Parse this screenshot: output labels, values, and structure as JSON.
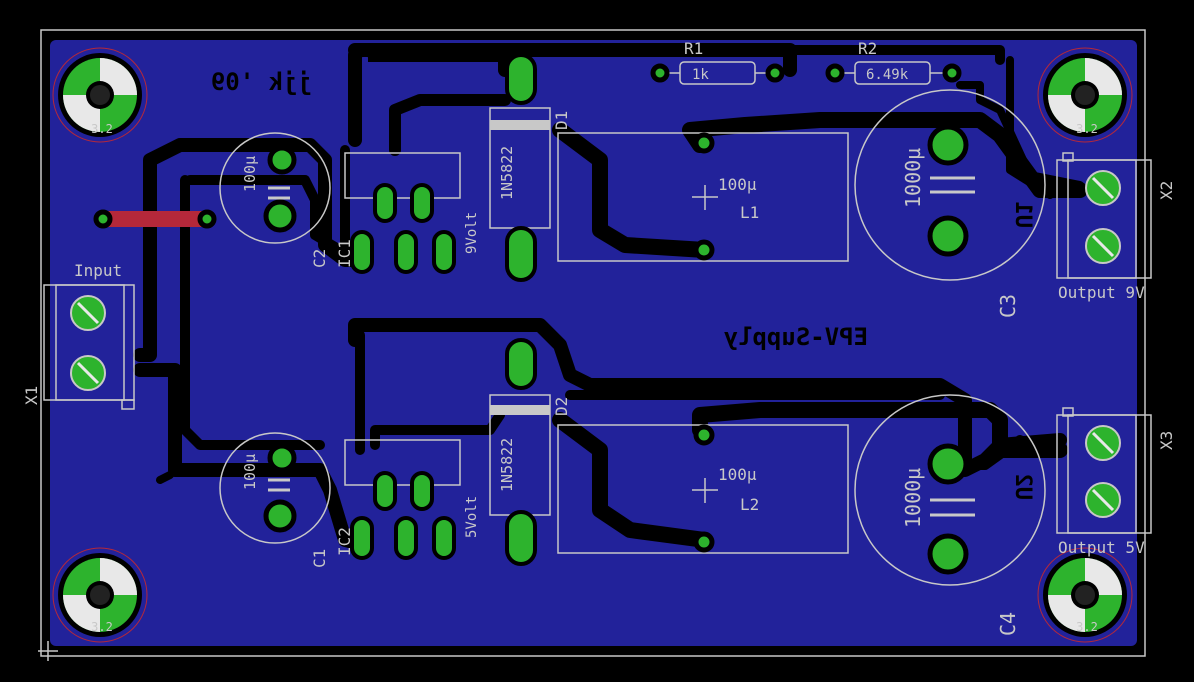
{
  "board": {
    "copper_color": "#22229a",
    "trace_color": "#000000",
    "pad_color": "#2db32d",
    "silk_color": "#c8c8c8",
    "highlight_color": "#b5283a",
    "hole_label": "3.2",
    "mirrored_texts": {
      "signature": "jjk '09",
      "title": "EPV-Supply",
      "u1": "U1",
      "u2": "U2"
    }
  },
  "components": {
    "x1": {
      "name": "X1",
      "value": "Input"
    },
    "x2": {
      "name": "X2",
      "value": "Output 9V"
    },
    "x3": {
      "name": "X3",
      "value": "Output 5V"
    },
    "r1": {
      "name": "R1",
      "value": "1k"
    },
    "r2": {
      "name": "R2",
      "value": "6.49k"
    },
    "d1": {
      "name": "D1",
      "value": "1N5822"
    },
    "d2": {
      "name": "D2",
      "value": "1N5822"
    },
    "l1": {
      "name": "L1",
      "value": "100µ"
    },
    "l2": {
      "name": "L2",
      "value": "100µ"
    },
    "c1": {
      "name": "C1",
      "value": "100µ"
    },
    "c2": {
      "name": "C2",
      "value": "100µ"
    },
    "c3": {
      "name": "C3",
      "value": "1000µ"
    },
    "c4": {
      "name": "C4",
      "value": "1000µ"
    },
    "ic1_top": {
      "name": "IC1",
      "value": "9Volt"
    },
    "ic2_bottom": {
      "name": "IC2",
      "value": "5Volt"
    },
    "c2_top": {
      "name": "C2"
    },
    "c1_bottom": {
      "name": "C1"
    },
    "ic1_bottom": {
      "name": "IC2"
    }
  },
  "icons": {
    "mount_hole": "mount-hole-icon",
    "origin": "origin-cross-icon"
  }
}
